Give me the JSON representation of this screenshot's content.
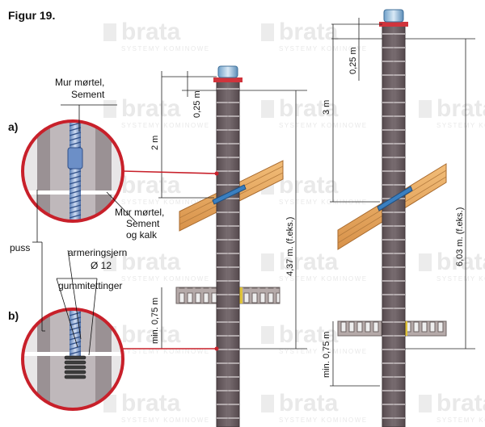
{
  "figure_title": "Figur 19.",
  "watermark": {
    "brand": "brata",
    "tagline": "SYSTEMY KOMINOWE"
  },
  "detail_labels": {
    "a": "a)",
    "b": "b)",
    "mortar_cement_l1": "Mur mørtel,",
    "mortar_cement_l2": "Sement",
    "mortar_lime_l1": "Mur mørtel,",
    "mortar_lime_l2": "Sement",
    "mortar_lime_l3": "og kalk",
    "plaster": "puss",
    "rebar_l1": "armeringsjern",
    "rebar_l2": "Ø 12",
    "rubber_seals": "gummitettinger"
  },
  "dimensions_left": {
    "top_gap": "0,25 m",
    "above_roof": "2 m",
    "total": "4,37 m. (f.eks.)",
    "min_floor": "min. 0,75 m"
  },
  "dimensions_right": {
    "top_gap": "0,25 m",
    "above_roof": "3 m",
    "total": "6,03 m. (f.eks.)",
    "min_floor": "min. 0,75 m"
  },
  "colors": {
    "chimney": "#6b5f63",
    "mortar": "#c9c2c4",
    "roof_wood": "#e3a35d",
    "circle_red": "#c8202a",
    "flashing_blue": "#3a7fc0",
    "cap_red": "#d0343c",
    "floor_joist": "#9e9392"
  }
}
